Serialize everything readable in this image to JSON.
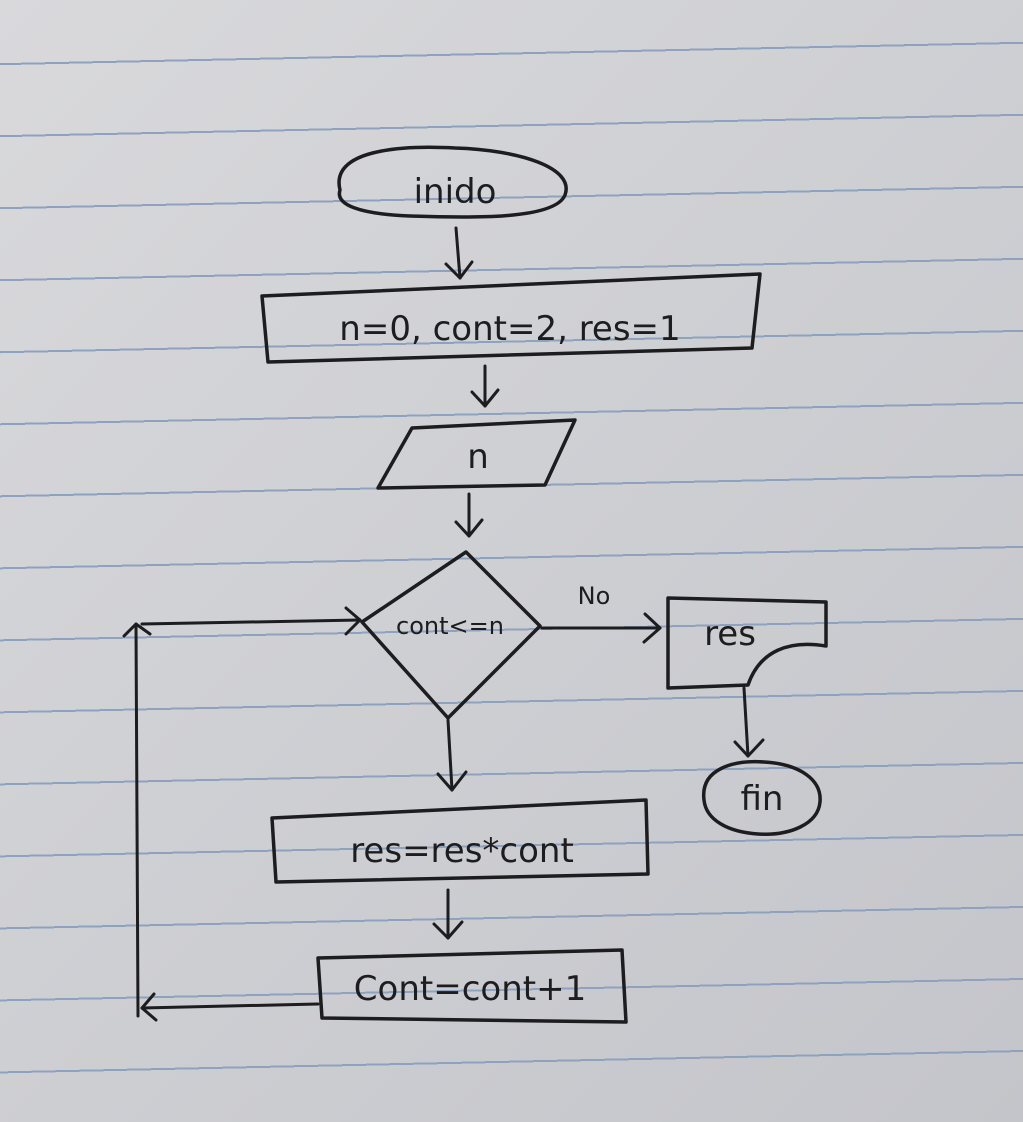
{
  "nodes": {
    "start": "inido",
    "init": "n=0, cont=2, res=1",
    "input": "n",
    "decision": "cont<=n",
    "multiply": "res=res*cont",
    "increment": "Cont=cont+1",
    "output": "res",
    "end": "fin"
  },
  "edges": {
    "no_label": "No"
  }
}
